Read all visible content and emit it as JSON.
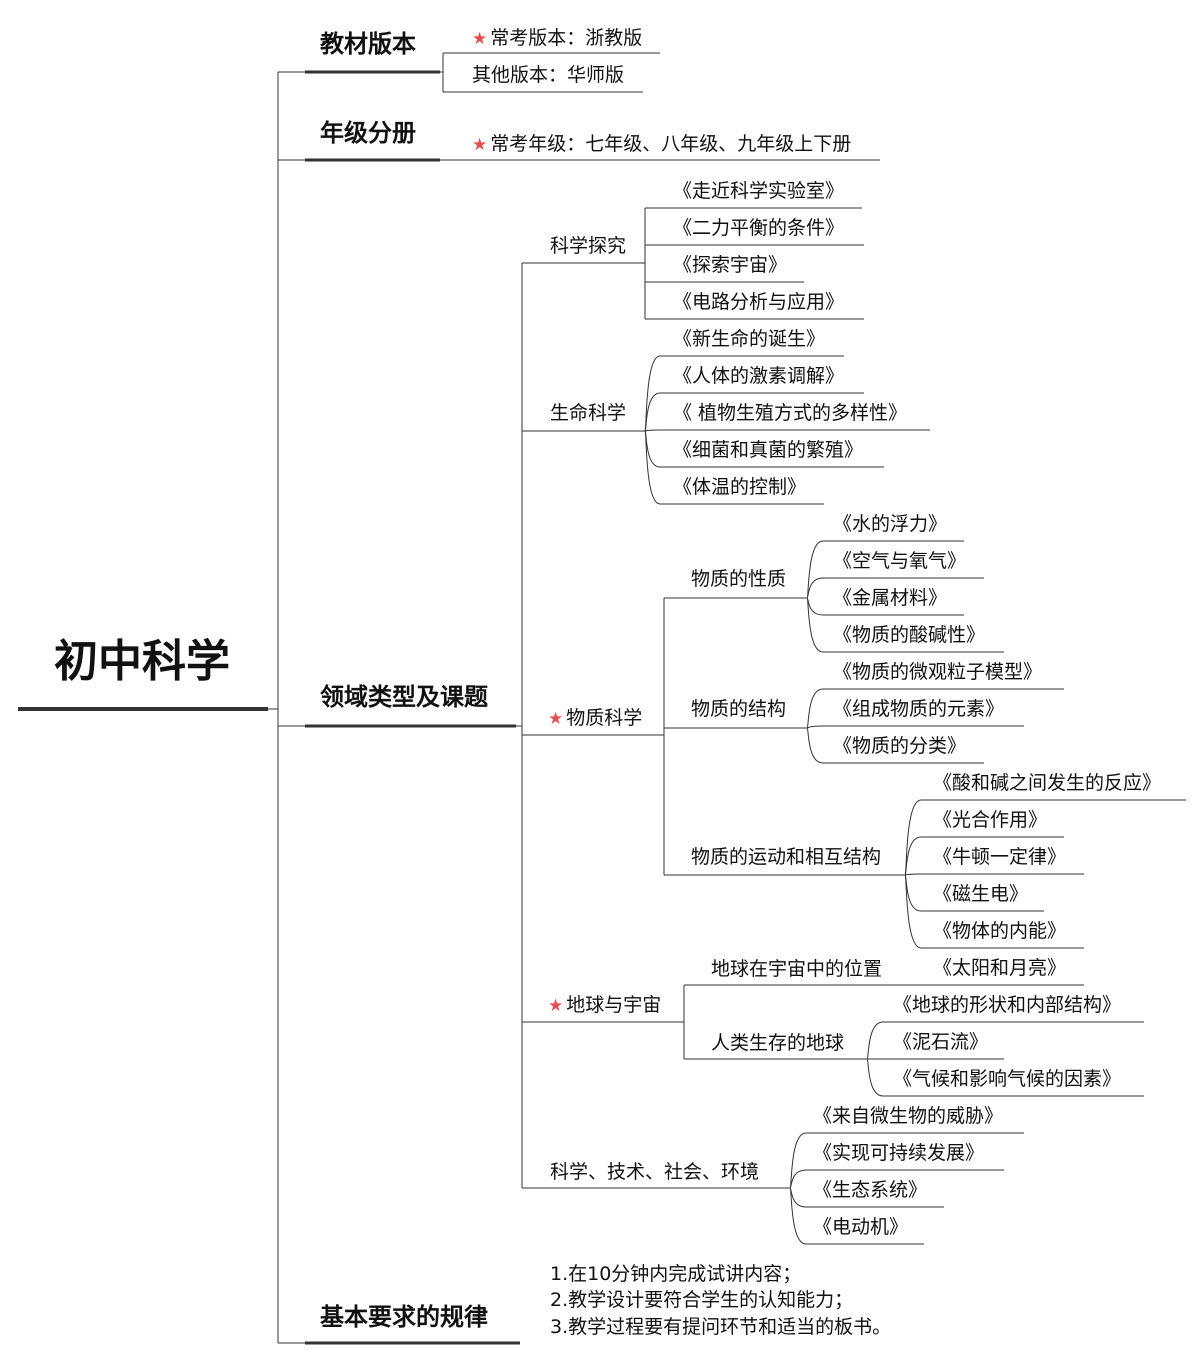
{
  "root": {
    "label": "初中科学"
  },
  "textbook": {
    "label": "教材版本",
    "items": [
      {
        "text": "常考版本：浙教版",
        "starred": true
      },
      {
        "text": "其他版本：华师版",
        "starred": false
      }
    ]
  },
  "grade": {
    "label": "年级分册",
    "items": [
      {
        "text": "常考年级：七年级、八年级、九年级上下册",
        "starred": true
      }
    ]
  },
  "domains": {
    "label": "领域类型及课题",
    "branches": [
      {
        "label": "科学探究",
        "starred": false,
        "leaves": [
          "《走近科学实验室》",
          "《二力平衡的条件》",
          "《探索宇宙》",
          "《电路分析与应用》"
        ]
      },
      {
        "label": "生命科学",
        "starred": false,
        "leaves": [
          "《新生命的诞生》",
          "《人体的激素调解》",
          "《 植物生殖方式的多样性》",
          "《细菌和真菌的繁殖》",
          "《体温的控制》"
        ]
      },
      {
        "label": "物质科学",
        "starred": true,
        "subs": [
          {
            "label": "物质的性质",
            "leaves": [
              "《水的浮力》",
              "《空气与氧气》",
              "《金属材料》",
              "《物质的酸碱性》"
            ]
          },
          {
            "label": "物质的结构",
            "leaves": [
              "《物质的微观粒子模型》",
              "《组成物质的元素》",
              "《物质的分类》"
            ]
          },
          {
            "label": "物质的运动和相互结构",
            "leaves": [
              "《酸和碱之间发生的反应》",
              "《光合作用》",
              "《牛顿一定律》",
              "《磁生电》",
              "《物体的内能》"
            ]
          }
        ]
      },
      {
        "label": "地球与宇宙",
        "starred": true,
        "subs": [
          {
            "label": "地球在宇宙中的位置",
            "leaves": [
              "《太阳和月亮》"
            ]
          },
          {
            "label": "人类生存的地球",
            "leaves": [
              "《地球的形状和内部结构》",
              "《泥石流》",
              "《气候和影响气候的因素》"
            ]
          }
        ]
      },
      {
        "label": "科学、技术、社会、环境",
        "starred": false,
        "leaves": [
          "《来自微生物的威胁》",
          "《实现可持续发展》",
          "《生态系统》",
          "《电动机》"
        ]
      }
    ]
  },
  "requirements": {
    "label": "基本要求的规律",
    "items": [
      "1.在10分钟内完成试讲内容；",
      "2.教学设计要符合学生的认知能力；",
      "3.教学过程要有提问环节和适当的板书。"
    ]
  }
}
